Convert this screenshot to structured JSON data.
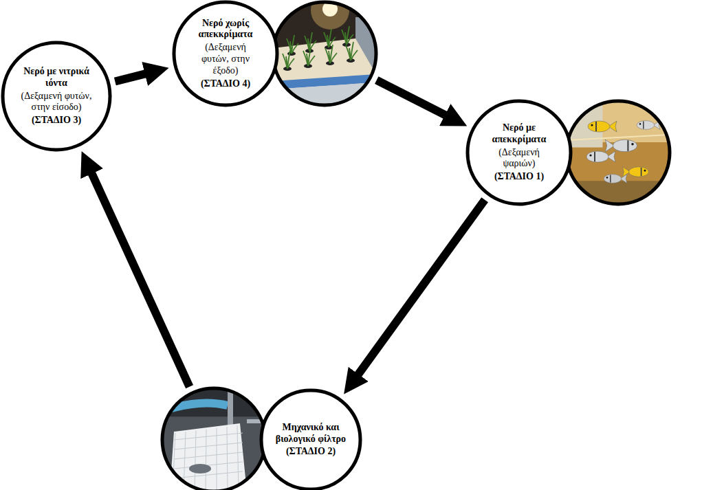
{
  "diagram": {
    "nodes": [
      {
        "text": [
          "Νερό χωρίς απεκκρίματα",
          "(Δεξαμενή φυτών, στην έξοδο)",
          "(ΣΤΑΔΙΟ 4)"
        ]
      },
      {
        "text": [
          "Νερό με νιτρικά ιόντα",
          "(Δεξαμενή φυτών, στην είσοδο)",
          "(ΣΤΑΔΙΟ 3)"
        ]
      },
      {
        "text": [
          "Νερό με απεκκρίματα",
          "(Δεξαμενή ψαριών)",
          "(ΣΤΑΔΙΟ 1)"
        ]
      },
      {
        "text": [
          "Μηχανικό και βιολογικό φίλτρο",
          "(ΣΤΑΔΙΟ 2)"
        ]
      }
    ],
    "edges": [
      {
        "from": 2,
        "to": 3,
        "arrow": "to"
      },
      {
        "from": 3,
        "to": 1,
        "arrow": "to"
      },
      {
        "from": 1,
        "to": 0,
        "arrow": "to"
      },
      {
        "from": 0,
        "to": 2,
        "arrow": "to"
      }
    ]
  }
}
